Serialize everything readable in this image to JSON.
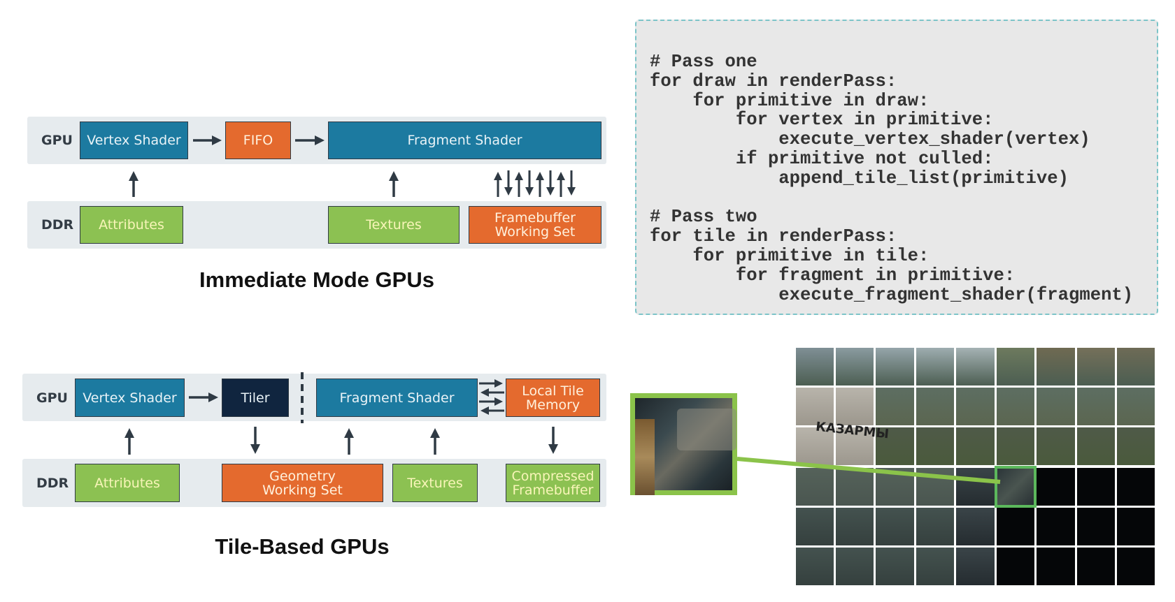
{
  "immediate_mode": {
    "title": "Immediate Mode GPUs",
    "gpu_label": "GPU",
    "ddr_label": "DDR",
    "gpu_row": {
      "vertex_shader": "Vertex Shader",
      "fifo": "FIFO",
      "fragment_shader": "Fragment Shader"
    },
    "ddr_row": {
      "attributes": "Attributes",
      "textures": "Textures",
      "framebuffer_line1": "Framebuffer",
      "framebuffer_line2": "Working Set"
    },
    "bidirectional_arrows": [
      "up",
      "down",
      "up",
      "down",
      "up",
      "down",
      "up",
      "down"
    ]
  },
  "tile_based": {
    "title": "Tile-Based GPUs",
    "gpu_label": "GPU",
    "ddr_label": "DDR",
    "gpu_row": {
      "vertex_shader": "Vertex Shader",
      "tiler": "Tiler",
      "fragment_shader": "Fragment Shader",
      "local_tile_line1": "Local Tile",
      "local_tile_line2": "Memory"
    },
    "ddr_row": {
      "attributes": "Attributes",
      "geometry_line1": "Geometry",
      "geometry_line2": "Working Set",
      "textures": "Textures",
      "compressed_line1": "Compressed",
      "compressed_line2": "Framebuffer"
    },
    "horizontal_arrows": [
      "right",
      "left",
      "right",
      "left"
    ]
  },
  "code": {
    "lines": [
      "# Pass one",
      "for draw in renderPass:",
      "    for primitive in draw:",
      "        for vertex in primitive:",
      "            execute_vertex_shader(vertex)",
      "        if primitive not culled:",
      "            append_tile_list(primitive)",
      "",
      "# Pass two",
      "for tile in renderPass:",
      "    for primitive in tile:",
      "        for fragment in primitive:",
      "            execute_fragment_shader(fragment)"
    ]
  },
  "tile_grid": {
    "columns": 9,
    "rows": 6,
    "rendered_image": "game-scene-screenshot",
    "sign_text": "КАЗАРМЫ",
    "highlighted_tile": {
      "row": 3,
      "col": 5
    },
    "black_tiles": [
      [
        3,
        6
      ],
      [
        3,
        7
      ],
      [
        3,
        8
      ],
      [
        4,
        5
      ],
      [
        4,
        6
      ],
      [
        4,
        7
      ],
      [
        4,
        8
      ],
      [
        5,
        5
      ],
      [
        5,
        6
      ],
      [
        5,
        7
      ],
      [
        5,
        8
      ]
    ],
    "zoom_inset": "highlighted-tile-enlarged"
  },
  "colors": {
    "shader_blue": "#1c7aa0",
    "orange": "#e46a2e",
    "green": "#8cc152",
    "tiler_navy": "#10253f",
    "highlight_green": "#8bc34a",
    "code_border": "#7cc4c8"
  }
}
